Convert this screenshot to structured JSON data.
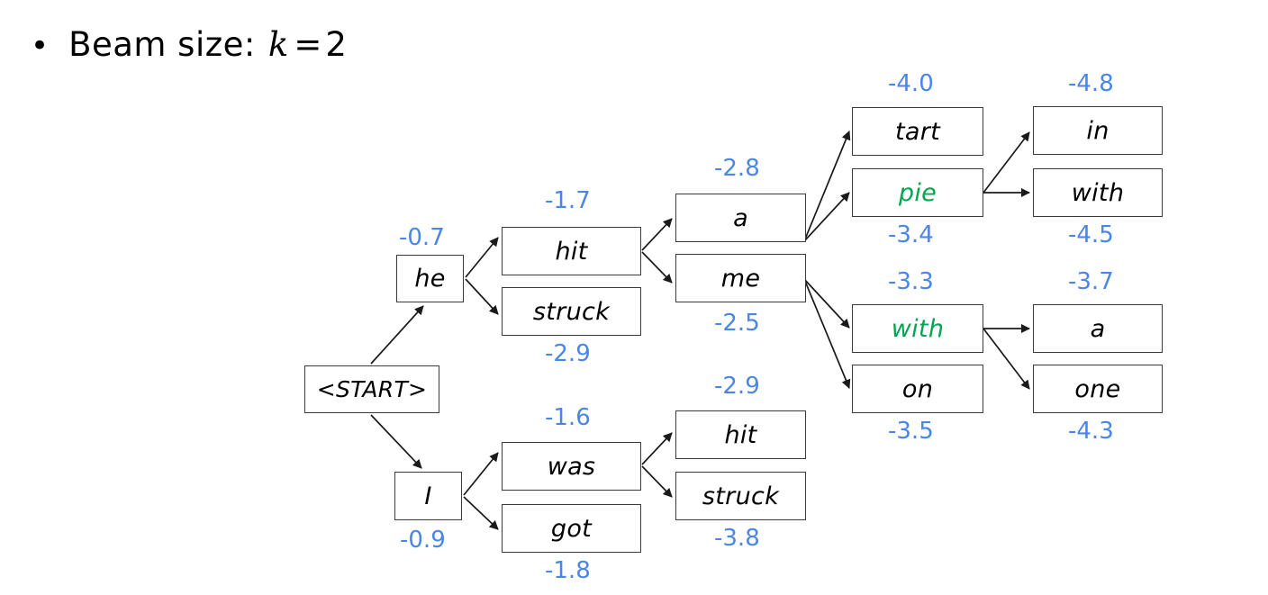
{
  "slide": {
    "bullet": "•",
    "title_text": "Beam size:",
    "title_k": "k",
    "title_eq": "=",
    "title_value": "2"
  },
  "colors": {
    "score_blue": "#4a86e8",
    "selected_green": "#00a550",
    "box_border": "#3a3a3a",
    "background": "#ffffff"
  },
  "diagram": {
    "type": "beam-search-tree",
    "nodes": [
      {
        "id": "start",
        "label": "<START>",
        "score": null,
        "selected": false
      },
      {
        "id": "he",
        "label": "he",
        "score": "-0.7",
        "selected": false
      },
      {
        "id": "i",
        "label": "I",
        "score": "-0.9",
        "selected": false
      },
      {
        "id": "hit1",
        "label": "hit",
        "score": "-1.7",
        "selected": false
      },
      {
        "id": "struck1",
        "label": "struck",
        "score": "-2.9",
        "selected": false
      },
      {
        "id": "was",
        "label": "was",
        "score": "-1.6",
        "selected": false
      },
      {
        "id": "got",
        "label": "got",
        "score": "-1.8",
        "selected": false
      },
      {
        "id": "a1",
        "label": "a",
        "score": "-2.8",
        "selected": false
      },
      {
        "id": "me",
        "label": "me",
        "score": "-2.5",
        "selected": false
      },
      {
        "id": "hit2",
        "label": "hit",
        "score": "-2.9",
        "selected": false
      },
      {
        "id": "struck2",
        "label": "struck",
        "score": "-3.8",
        "selected": false
      },
      {
        "id": "tart",
        "label": "tart",
        "score": "-4.0",
        "selected": false
      },
      {
        "id": "pie",
        "label": "pie",
        "score": "-3.4",
        "selected": true
      },
      {
        "id": "with1",
        "label": "with",
        "score": "-3.3",
        "selected": true
      },
      {
        "id": "on",
        "label": "on",
        "score": "-3.5",
        "selected": false
      },
      {
        "id": "in",
        "label": "in",
        "score": "-4.8",
        "selected": false
      },
      {
        "id": "with2",
        "label": "with",
        "score": "-4.5",
        "selected": false
      },
      {
        "id": "a2",
        "label": "a",
        "score": "-3.7",
        "selected": false
      },
      {
        "id": "one",
        "label": "one",
        "score": "-4.3",
        "selected": false
      }
    ],
    "edges": [
      {
        "from": "start",
        "to": "he"
      },
      {
        "from": "start",
        "to": "i"
      },
      {
        "from": "he",
        "to": "hit1"
      },
      {
        "from": "he",
        "to": "struck1"
      },
      {
        "from": "i",
        "to": "was"
      },
      {
        "from": "i",
        "to": "got"
      },
      {
        "from": "hit1",
        "to": "a1"
      },
      {
        "from": "hit1",
        "to": "me"
      },
      {
        "from": "was",
        "to": "hit2"
      },
      {
        "from": "was",
        "to": "struck2"
      },
      {
        "from": "a1",
        "to": "tart"
      },
      {
        "from": "a1",
        "to": "pie"
      },
      {
        "from": "me",
        "to": "with1"
      },
      {
        "from": "me",
        "to": "on"
      },
      {
        "from": "pie",
        "to": "in"
      },
      {
        "from": "pie",
        "to": "with2"
      },
      {
        "from": "with1",
        "to": "a2"
      },
      {
        "from": "with1",
        "to": "one"
      }
    ]
  }
}
